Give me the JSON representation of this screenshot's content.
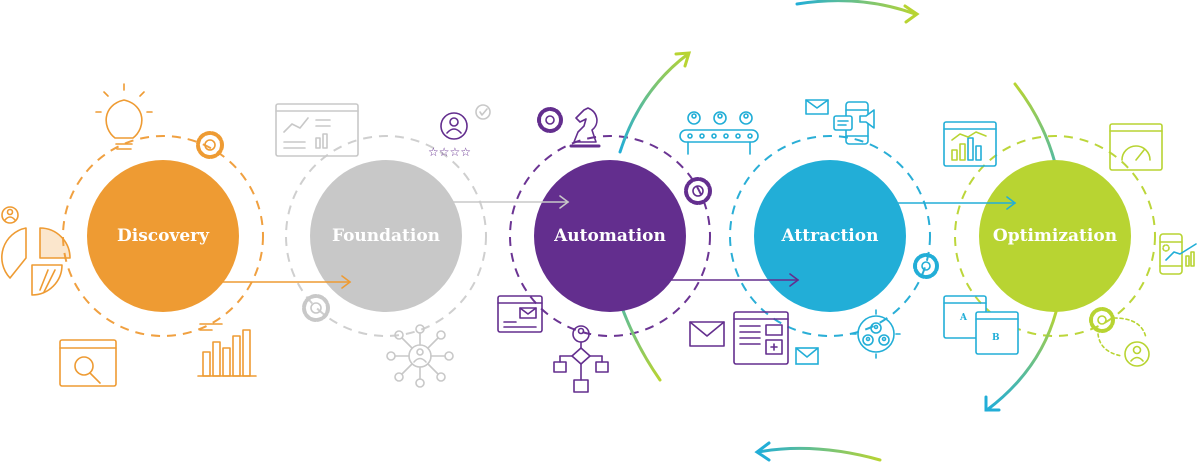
{
  "stages": [
    {
      "id": "discovery",
      "label": "Discovery",
      "color": "#ee9b33",
      "ring_color": "#f0a040"
    },
    {
      "id": "foundation",
      "label": "Foundation",
      "color": "#c8c8c8",
      "ring_color": "#cfcfcf"
    },
    {
      "id": "automation",
      "label": "Automation",
      "color": "#632e8e",
      "ring_color": "#6b3493"
    },
    {
      "id": "attraction",
      "label": "Attraction",
      "color": "#22aed7",
      "ring_color": "#2aaed6"
    },
    {
      "id": "optimization",
      "label": "Optimization",
      "color": "#b8d432",
      "ring_color": "#bcd63a"
    }
  ],
  "ab_test": {
    "a": "A",
    "b": "B"
  },
  "cycle_arrow_colors": {
    "start": "#b8d432",
    "end": "#22aed7"
  },
  "icons": [
    "lightbulb-icon",
    "gear-icon",
    "user-icon",
    "pie-chart-icon",
    "search-window-icon",
    "bar-chart-icon",
    "line-chart-window-icon",
    "rated-user-icon",
    "network-icon",
    "chess-knight-icon",
    "flowchart-icon",
    "email-window-icon",
    "conveyor-icon",
    "envelope-icon",
    "mobile-notification-icon",
    "web-form-icon",
    "user-group-icon",
    "analytics-window-icon",
    "gauge-window-icon",
    "mobile-chart-icon",
    "ab-test-icon"
  ]
}
